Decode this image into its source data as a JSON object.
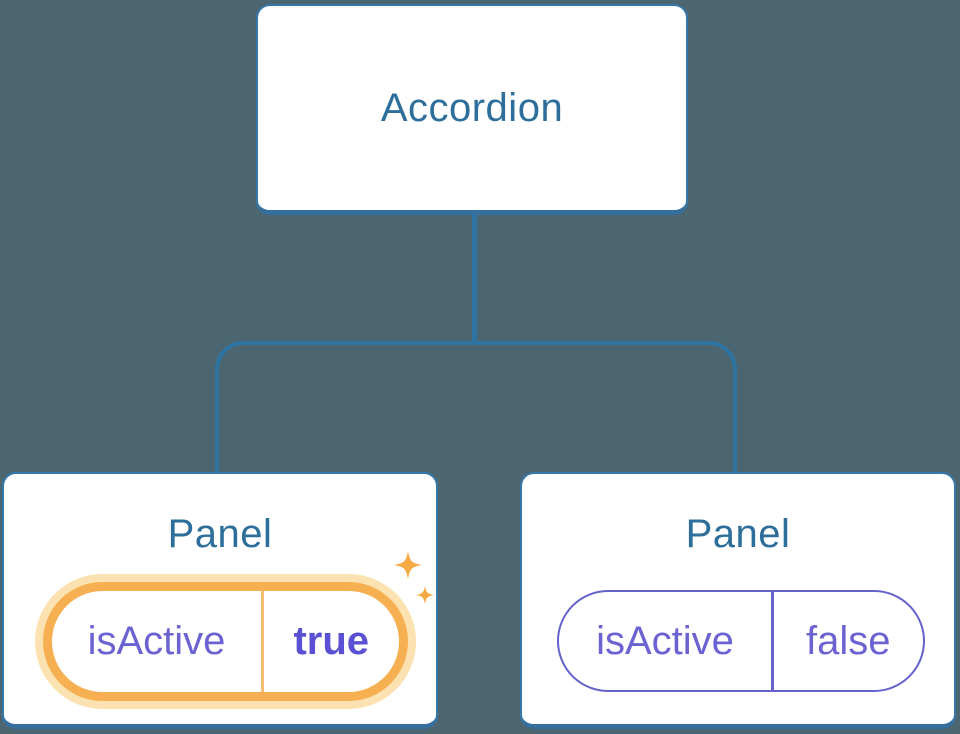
{
  "diagram": {
    "root": {
      "label": "Accordion"
    },
    "children": [
      {
        "label": "Panel",
        "prop": {
          "name": "isActive",
          "value": "true"
        },
        "highlighted": true
      },
      {
        "label": "Panel",
        "prop": {
          "name": "isActive",
          "value": "false"
        },
        "highlighted": false
      }
    ]
  },
  "icons": {
    "sparkle": "✦"
  },
  "colors": {
    "background": "#4C6671",
    "node_fill": "#FFFFFF",
    "node_border": "#3577A7",
    "node_border_bottom": "#346F9D",
    "node_label_text": "#2D6E9B",
    "connector": "#2E74A3",
    "prop_text": "#6B63D1",
    "prop_value_active_text": "#5A50D3",
    "active_ring": "#F6B052",
    "active_glow": "#FBE2B0",
    "active_divider": "#F5BC72",
    "inactive_ring": "#6462CB",
    "sparkle": "#F6AA43"
  }
}
